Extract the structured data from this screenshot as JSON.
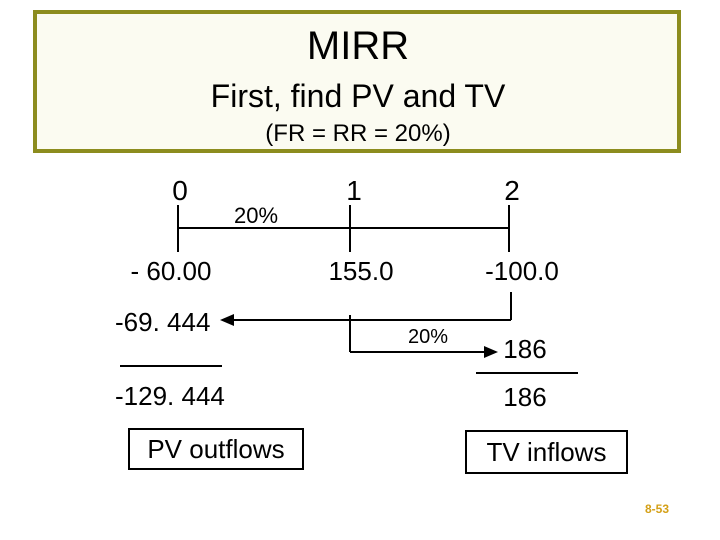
{
  "header": {
    "title": "MIRR",
    "subtitle": "First, find PV and TV",
    "rates_note": "(FR = RR = 20%)"
  },
  "timeline": {
    "periods": [
      "0",
      "1",
      "2"
    ],
    "rate_label": "20%",
    "cash_flows": [
      "- 60.00",
      "155.0",
      "-100.0"
    ]
  },
  "pv_side": {
    "discounted_value": "-69. 444",
    "total": "-129. 444",
    "label": "PV outflows"
  },
  "tv_side": {
    "rate_label": "20%",
    "compounded_value": "186",
    "total": "186",
    "label": "TV inflows"
  },
  "footer": {
    "page_number": "8-53"
  },
  "colors": {
    "title_border": "#8c8c1e",
    "title_fill": "#fbfbf1",
    "page_number": "#d4a017"
  }
}
